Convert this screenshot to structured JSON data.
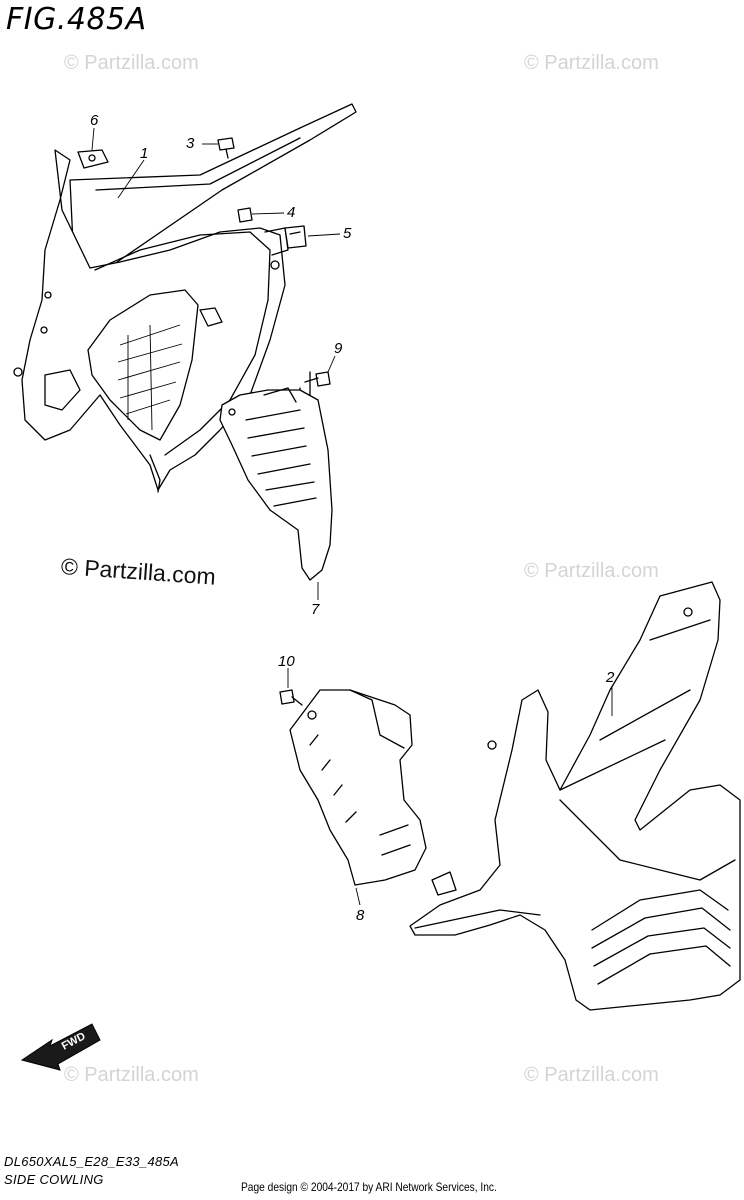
{
  "figure": {
    "title": "FIG.485A",
    "model_code": "DL650XAL5_E28_E33_485A",
    "section_name": "SIDE COWLING",
    "credit": "Page design © 2004-2017 by ARI Network Services, Inc."
  },
  "watermark": {
    "text": "© Partzilla.com",
    "main_text": "© Partzilla.com"
  },
  "direction_arrow": {
    "label": "FWD"
  },
  "callouts": [
    "1",
    "2",
    "3",
    "4",
    "5",
    "6",
    "7",
    "8",
    "9",
    "10"
  ],
  "colors": {
    "line": "#000000",
    "watermark": "#d4d4d4",
    "background": "#ffffff"
  }
}
